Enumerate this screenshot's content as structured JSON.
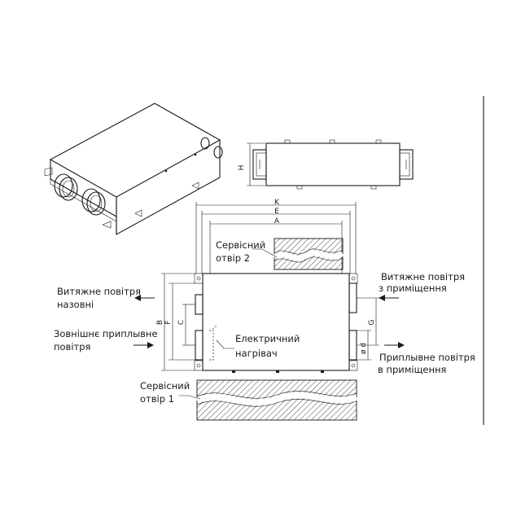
{
  "labels": {
    "service_opening_2": [
      "Сервісний",
      "отвір 2"
    ],
    "service_opening_1": [
      "Сервісний",
      "отвір 1"
    ],
    "exhaust_outside": [
      "Витяжне повітря",
      "назовні"
    ],
    "outdoor_supply": [
      "Зовнішнє приплывне",
      "повітря"
    ],
    "electric_heater": [
      "Електричний",
      "нагрівач"
    ],
    "extract_from_room": [
      "Витяжне повітря",
      "з приміщення"
    ],
    "supply_to_room": [
      "Приплывне повітря",
      "в приміщення"
    ]
  },
  "dimensions": {
    "K": "K",
    "E": "E",
    "A": "A",
    "H": "H",
    "B": "B",
    "F": "F",
    "C": "C",
    "G": "G",
    "D": "ø d"
  }
}
